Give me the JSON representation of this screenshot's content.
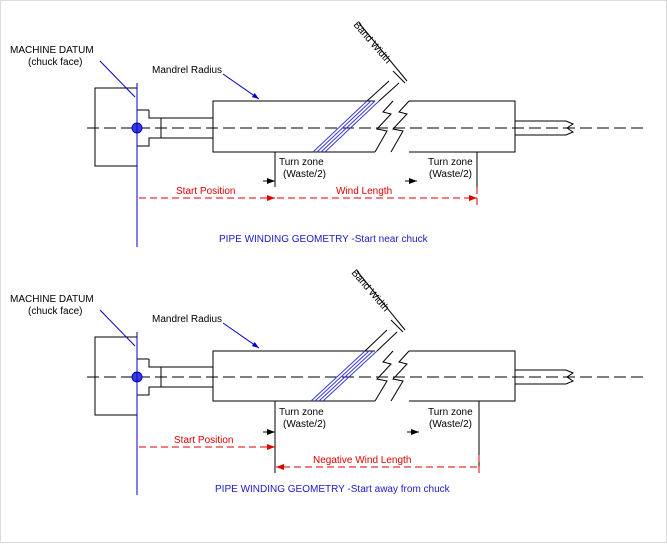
{
  "panels": [
    {
      "machine_datum": "MACHINE DATUM",
      "chuck_face": "(chuck face)",
      "mandrel_radius": "Mandrel Radius",
      "band_width": "Band Width",
      "turn_zone_left": "Turn zone",
      "waste_left": "(Waste/2)",
      "turn_zone_right": "Turn zone",
      "waste_right": "(Waste/2)",
      "start_position": "Start Position",
      "wind_length": "Wind Length",
      "caption": "PIPE  WINDING GEOMETRY -Start near chuck"
    },
    {
      "machine_datum": "MACHINE DATUM",
      "chuck_face": "(chuck face)",
      "mandrel_radius": "Mandrel Radius",
      "band_width": "Band Width",
      "turn_zone_left": "Turn zone",
      "waste_left": "(Waste/2)",
      "turn_zone_right": "Turn zone",
      "waste_right": "(Waste/2)",
      "start_position": "Start Position",
      "wind_length": "Negative Wind Length",
      "caption": "PIPE  WINDING GEOMETRY -Start away from chuck"
    }
  ],
  "colors": {
    "dimension_red": "#e00000",
    "leader_blue": "#0000cc",
    "line_black": "#000000"
  }
}
